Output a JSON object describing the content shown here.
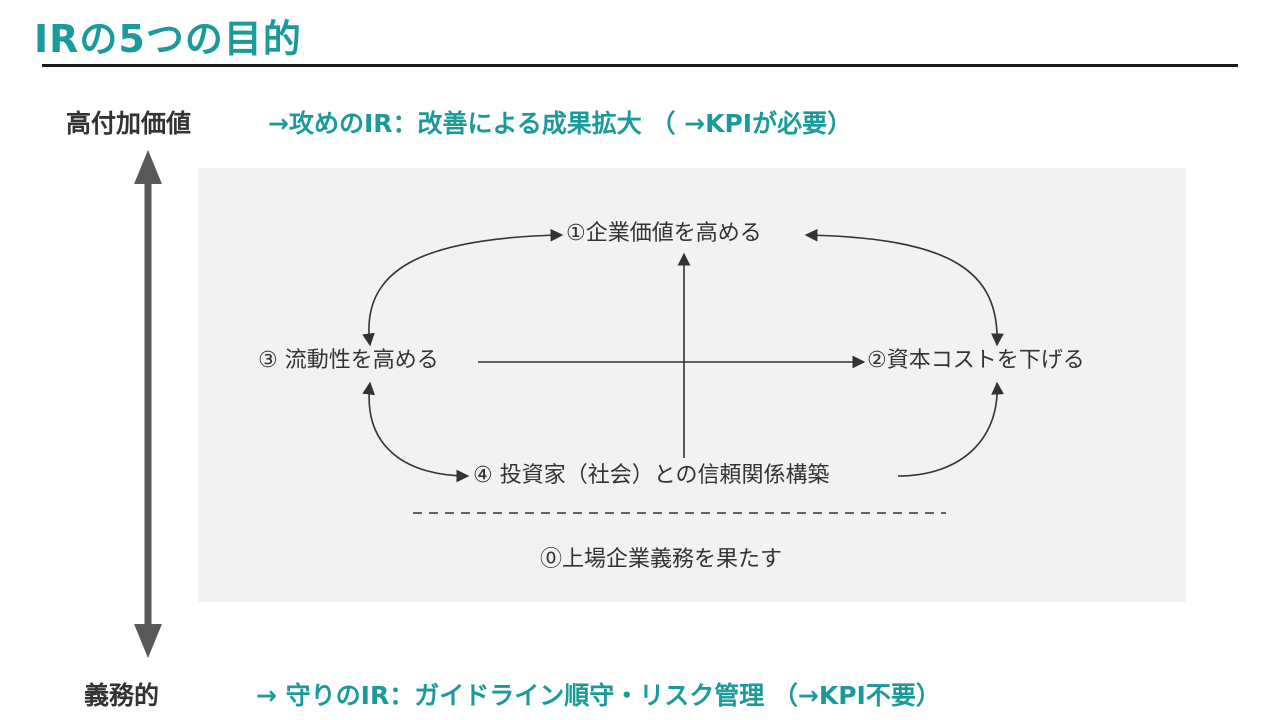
{
  "page": {
    "title": "IRの5つの目的"
  },
  "axis": {
    "top_label": "高付加価値",
    "bottom_label": "義務的",
    "top_desc": "→攻めのIR：改善による成果拡大 （ →KPIが必要）",
    "bottom_desc": "→ 守りのIR：ガイドライン順守・リスク管理 （→KPI不要）"
  },
  "diagram": {
    "node_1": "①企業価値を高める",
    "node_2": "②資本コストを下げる",
    "node_3": "③ 流動性を高める",
    "node_4": "④ 投資家（社会）との信頼関係構築",
    "node_0": "⓪上場企業義務を果たす"
  },
  "colors": {
    "accent": "#1a9a9a",
    "title_rule": "#1a1a1a",
    "panel_bg": "#f2f2f2",
    "axis_arrow": "#595959",
    "diagram_line": "#333333"
  }
}
